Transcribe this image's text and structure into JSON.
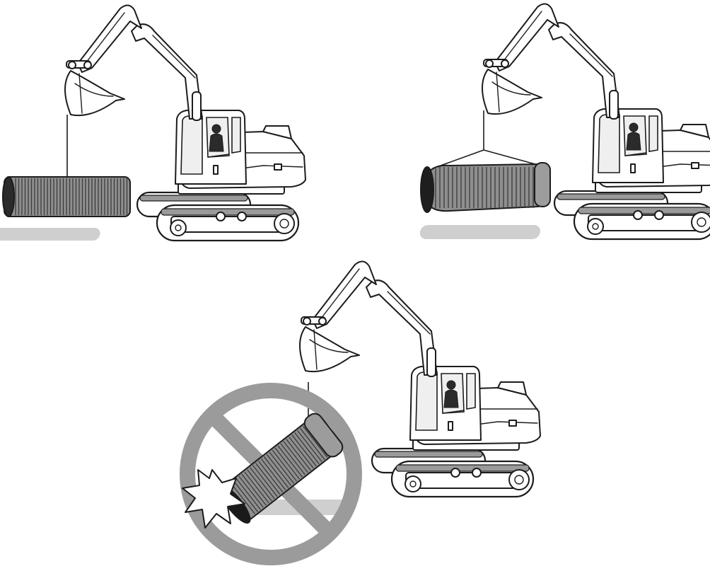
{
  "scenes": [
    {
      "id": "suspended-from-single-point",
      "prohibited": false
    },
    {
      "id": "suspended-with-two-point-sling",
      "prohibited": false
    },
    {
      "id": "pipe-tilted-and-striking",
      "prohibited": true
    }
  ],
  "colors": {
    "line": "#1c1c1c",
    "pipe_fill": "#8f8f8f",
    "pipe_rib": "#3a3a3a",
    "shadow": "#cfcfcf",
    "prohibition_sign": "#9b9b9b"
  },
  "icons": [
    "excavator-icon",
    "corrugated-pipe-icon",
    "prohibition-sign-icon",
    "impact-burst-icon"
  ]
}
